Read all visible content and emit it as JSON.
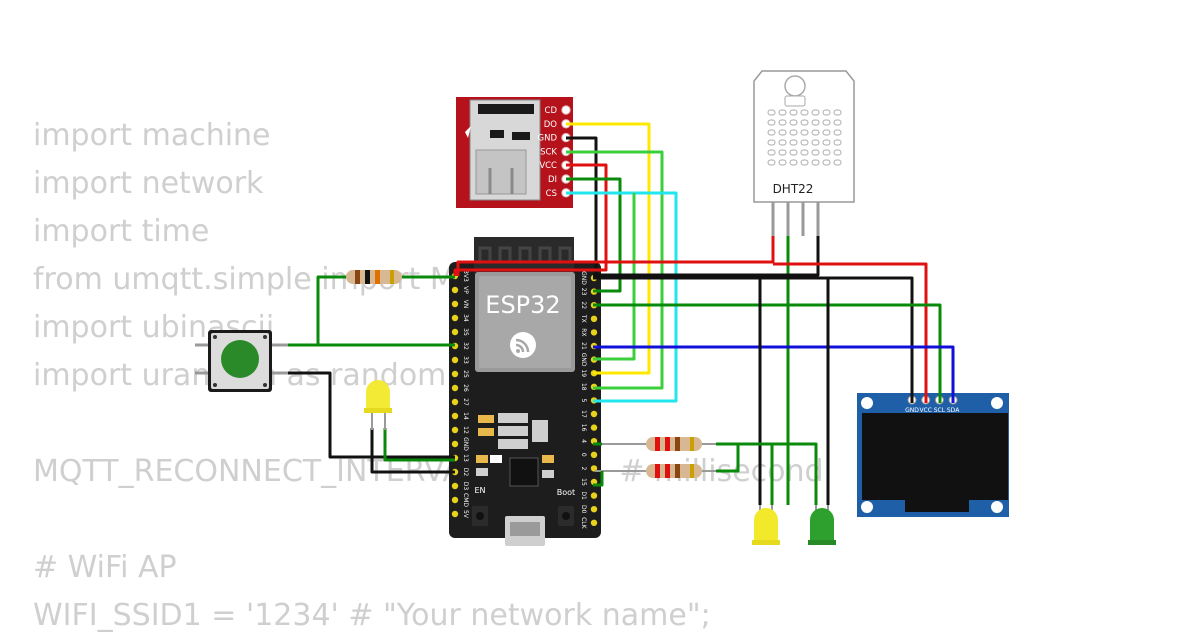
{
  "code_lines": [
    "import machine",
    "import network",
    "import time",
    "from umqtt.simple import MQTTClient",
    "import ubinascii",
    "import urandom as random",
    "",
    "MQTT_RECONNECT_INTERVAL = 5000  # millisecond",
    "",
    "# WiFi AP",
    "WIFI_SSID1 = '1234' # \"Your network name\";"
  ],
  "esp32": {
    "label": "ESP32",
    "button_en": "EN",
    "button_boot": "Boot",
    "left_pins": [
      "3V3",
      "VP",
      "VN",
      "34",
      "35",
      "32",
      "33",
      "25",
      "26",
      "27",
      "14",
      "12",
      "GND",
      "13",
      "D2",
      "D3",
      "CMD",
      "5V"
    ],
    "right_pins": [
      "GND",
      "23",
      "22",
      "TX",
      "RX",
      "21",
      "GND",
      "19",
      "18",
      "5",
      "17",
      "16",
      "4",
      "0",
      "2",
      "15",
      "D1",
      "D0",
      "CLK"
    ]
  },
  "sd_module": {
    "pins": [
      "CD",
      "DO",
      "GND",
      "SCK",
      "VCC",
      "DI",
      "CS"
    ]
  },
  "dht22": {
    "label": "DHT22"
  },
  "oled": {
    "pins": [
      "GND",
      "VCC",
      "SCL",
      "SDA"
    ]
  },
  "colors": {
    "board": "#1d1d1d",
    "pcb_red": "#b5121b",
    "oled_blue": "#1f5fa8",
    "wire_red": "#e01010",
    "wire_black": "#111111",
    "wire_green": "#0a8a0a",
    "wire_lightgreen": "#3ccf3c",
    "wire_yellow": "#ffe800",
    "wire_cyan": "#22e6ee",
    "wire_blue": "#1010d8",
    "led_yellow": "#f2e92b",
    "led_green": "#2ea02e",
    "button_cap": "#2a8a2a",
    "code_text": "#cfcfcf"
  }
}
